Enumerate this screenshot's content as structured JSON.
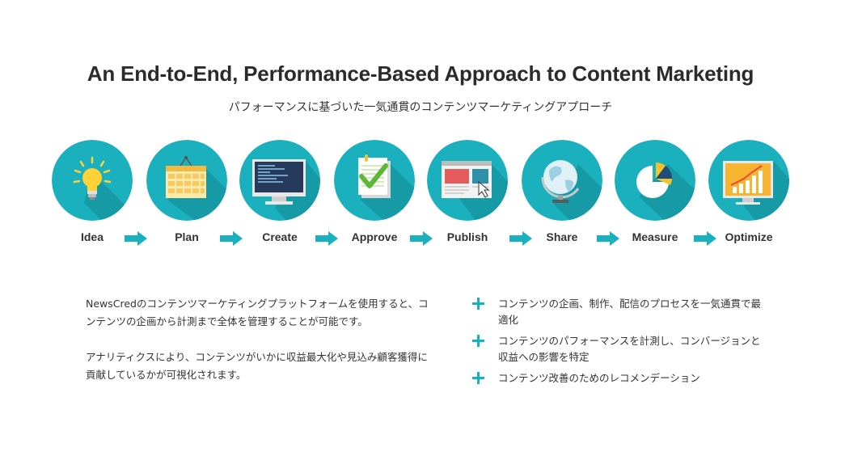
{
  "header": {
    "title": "An End-to-End, Performance-Based Approach to Content Marketing",
    "subtitle": "パフォーマンスに基づいた一気通貫のコンテンツマーケティングアプローチ"
  },
  "colors": {
    "accent": "#1bb0bd",
    "shadow": "#169aa6",
    "arrow": "#1bb0bd"
  },
  "steps": [
    {
      "label": "Idea",
      "icon": "lightbulb-icon"
    },
    {
      "label": "Plan",
      "icon": "calendar-icon"
    },
    {
      "label": "Create",
      "icon": "monitor-icon"
    },
    {
      "label": "Approve",
      "icon": "checklist-icon"
    },
    {
      "label": "Publish",
      "icon": "webpage-icon"
    },
    {
      "label": "Share",
      "icon": "globe-icon"
    },
    {
      "label": "Measure",
      "icon": "pie-chart-icon"
    },
    {
      "label": "Optimize",
      "icon": "growth-chart-icon"
    }
  ],
  "description": {
    "p1": "NewsCredのコンテンツマーケティングプラットフォームを使用すると、コンテンツの企画から計測まで全体を管理することが可能です。",
    "p2": "アナリティクスにより、コンテンツがいかに収益最大化や見込み顧客獲得に貢献しているかが可視化されます。"
  },
  "bullets": [
    "コンテンツの企画、制作、配信のプロセスを一気通貫で最適化",
    "コンテンツのパフォーマンスを計測し、コンバージョンと収益への影響を特定",
    "コンテンツ改善のためのレコメンデーション"
  ]
}
